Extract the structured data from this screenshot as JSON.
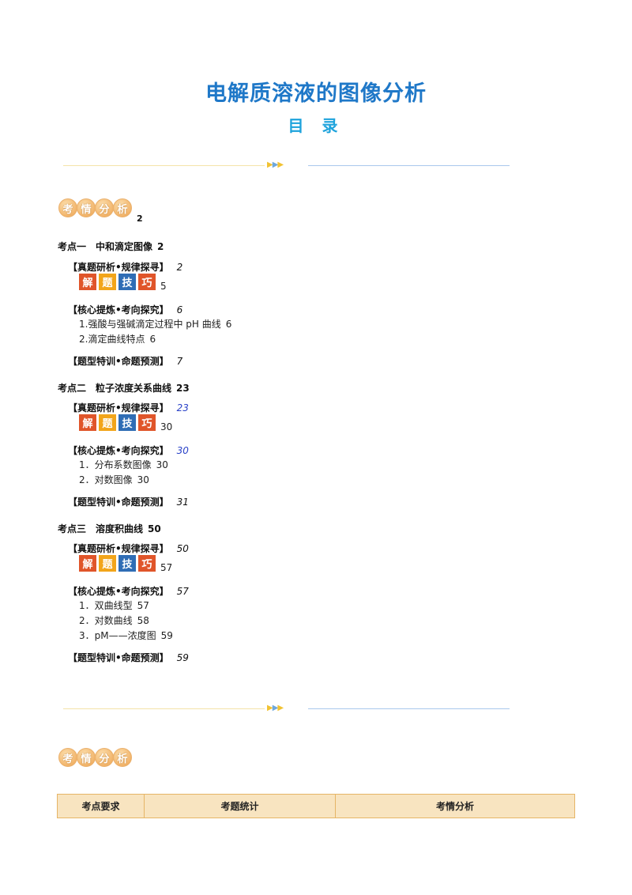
{
  "header": {
    "title": "电解质溶液的图像分析",
    "subtitle": "目 录"
  },
  "badge": {
    "chars": [
      "考",
      "情",
      "分",
      "析"
    ],
    "page": "2"
  },
  "tips_chars": [
    "解",
    "题",
    "技",
    "巧"
  ],
  "toc": {
    "sections": [
      {
        "label": "考点一　中和滴定图像",
        "page": "2",
        "research": {
          "label": "【真题研析•规律探寻】",
          "page": "2"
        },
        "tips_page": "5",
        "core": {
          "label": "【核心提炼•考向探究】",
          "page": "6"
        },
        "items": [
          {
            "label": "1.强酸与强碱滴定过程中 pH 曲线",
            "page": "6"
          },
          {
            "label": "2.滴定曲线特点",
            "page": "6"
          }
        ],
        "training": {
          "label": "【题型特训•命题预测】",
          "page": "7"
        }
      },
      {
        "label": "考点二　粒子浓度关系曲线",
        "page": "23",
        "research": {
          "label": "【真题研析•规律探寻】",
          "page": "23"
        },
        "tips_page": "30",
        "core": {
          "label": "【核心提炼•考向探究】",
          "page": "30"
        },
        "items": [
          {
            "label": "1．分布系数图像",
            "page": "30"
          },
          {
            "label": "2．对数图像",
            "page": "30"
          }
        ],
        "training": {
          "label": "【题型特训•命题预测】",
          "page": "31"
        }
      },
      {
        "label": "考点三　溶度积曲线",
        "page": "50",
        "research": {
          "label": "【真题研析•规律探寻】",
          "page": "50"
        },
        "tips_page": "57",
        "core": {
          "label": "【核心提炼•考向探究】",
          "page": "57"
        },
        "items": [
          {
            "label": "1．双曲线型",
            "page": "57"
          },
          {
            "label": "2．对数曲线",
            "page": "58"
          },
          {
            "label": "3．pM——浓度图",
            "page": "59"
          }
        ],
        "training": {
          "label": "【题型特训•命题预测】",
          "page": "59"
        }
      }
    ]
  },
  "table": {
    "headers": [
      "考点要求",
      "考题统计",
      "考情分析"
    ]
  },
  "colors": {
    "title": "#1f78c8",
    "subtitle": "#1ea3dc",
    "link_page": "#2b43c8",
    "table_header_bg": "#f8e4c0"
  }
}
